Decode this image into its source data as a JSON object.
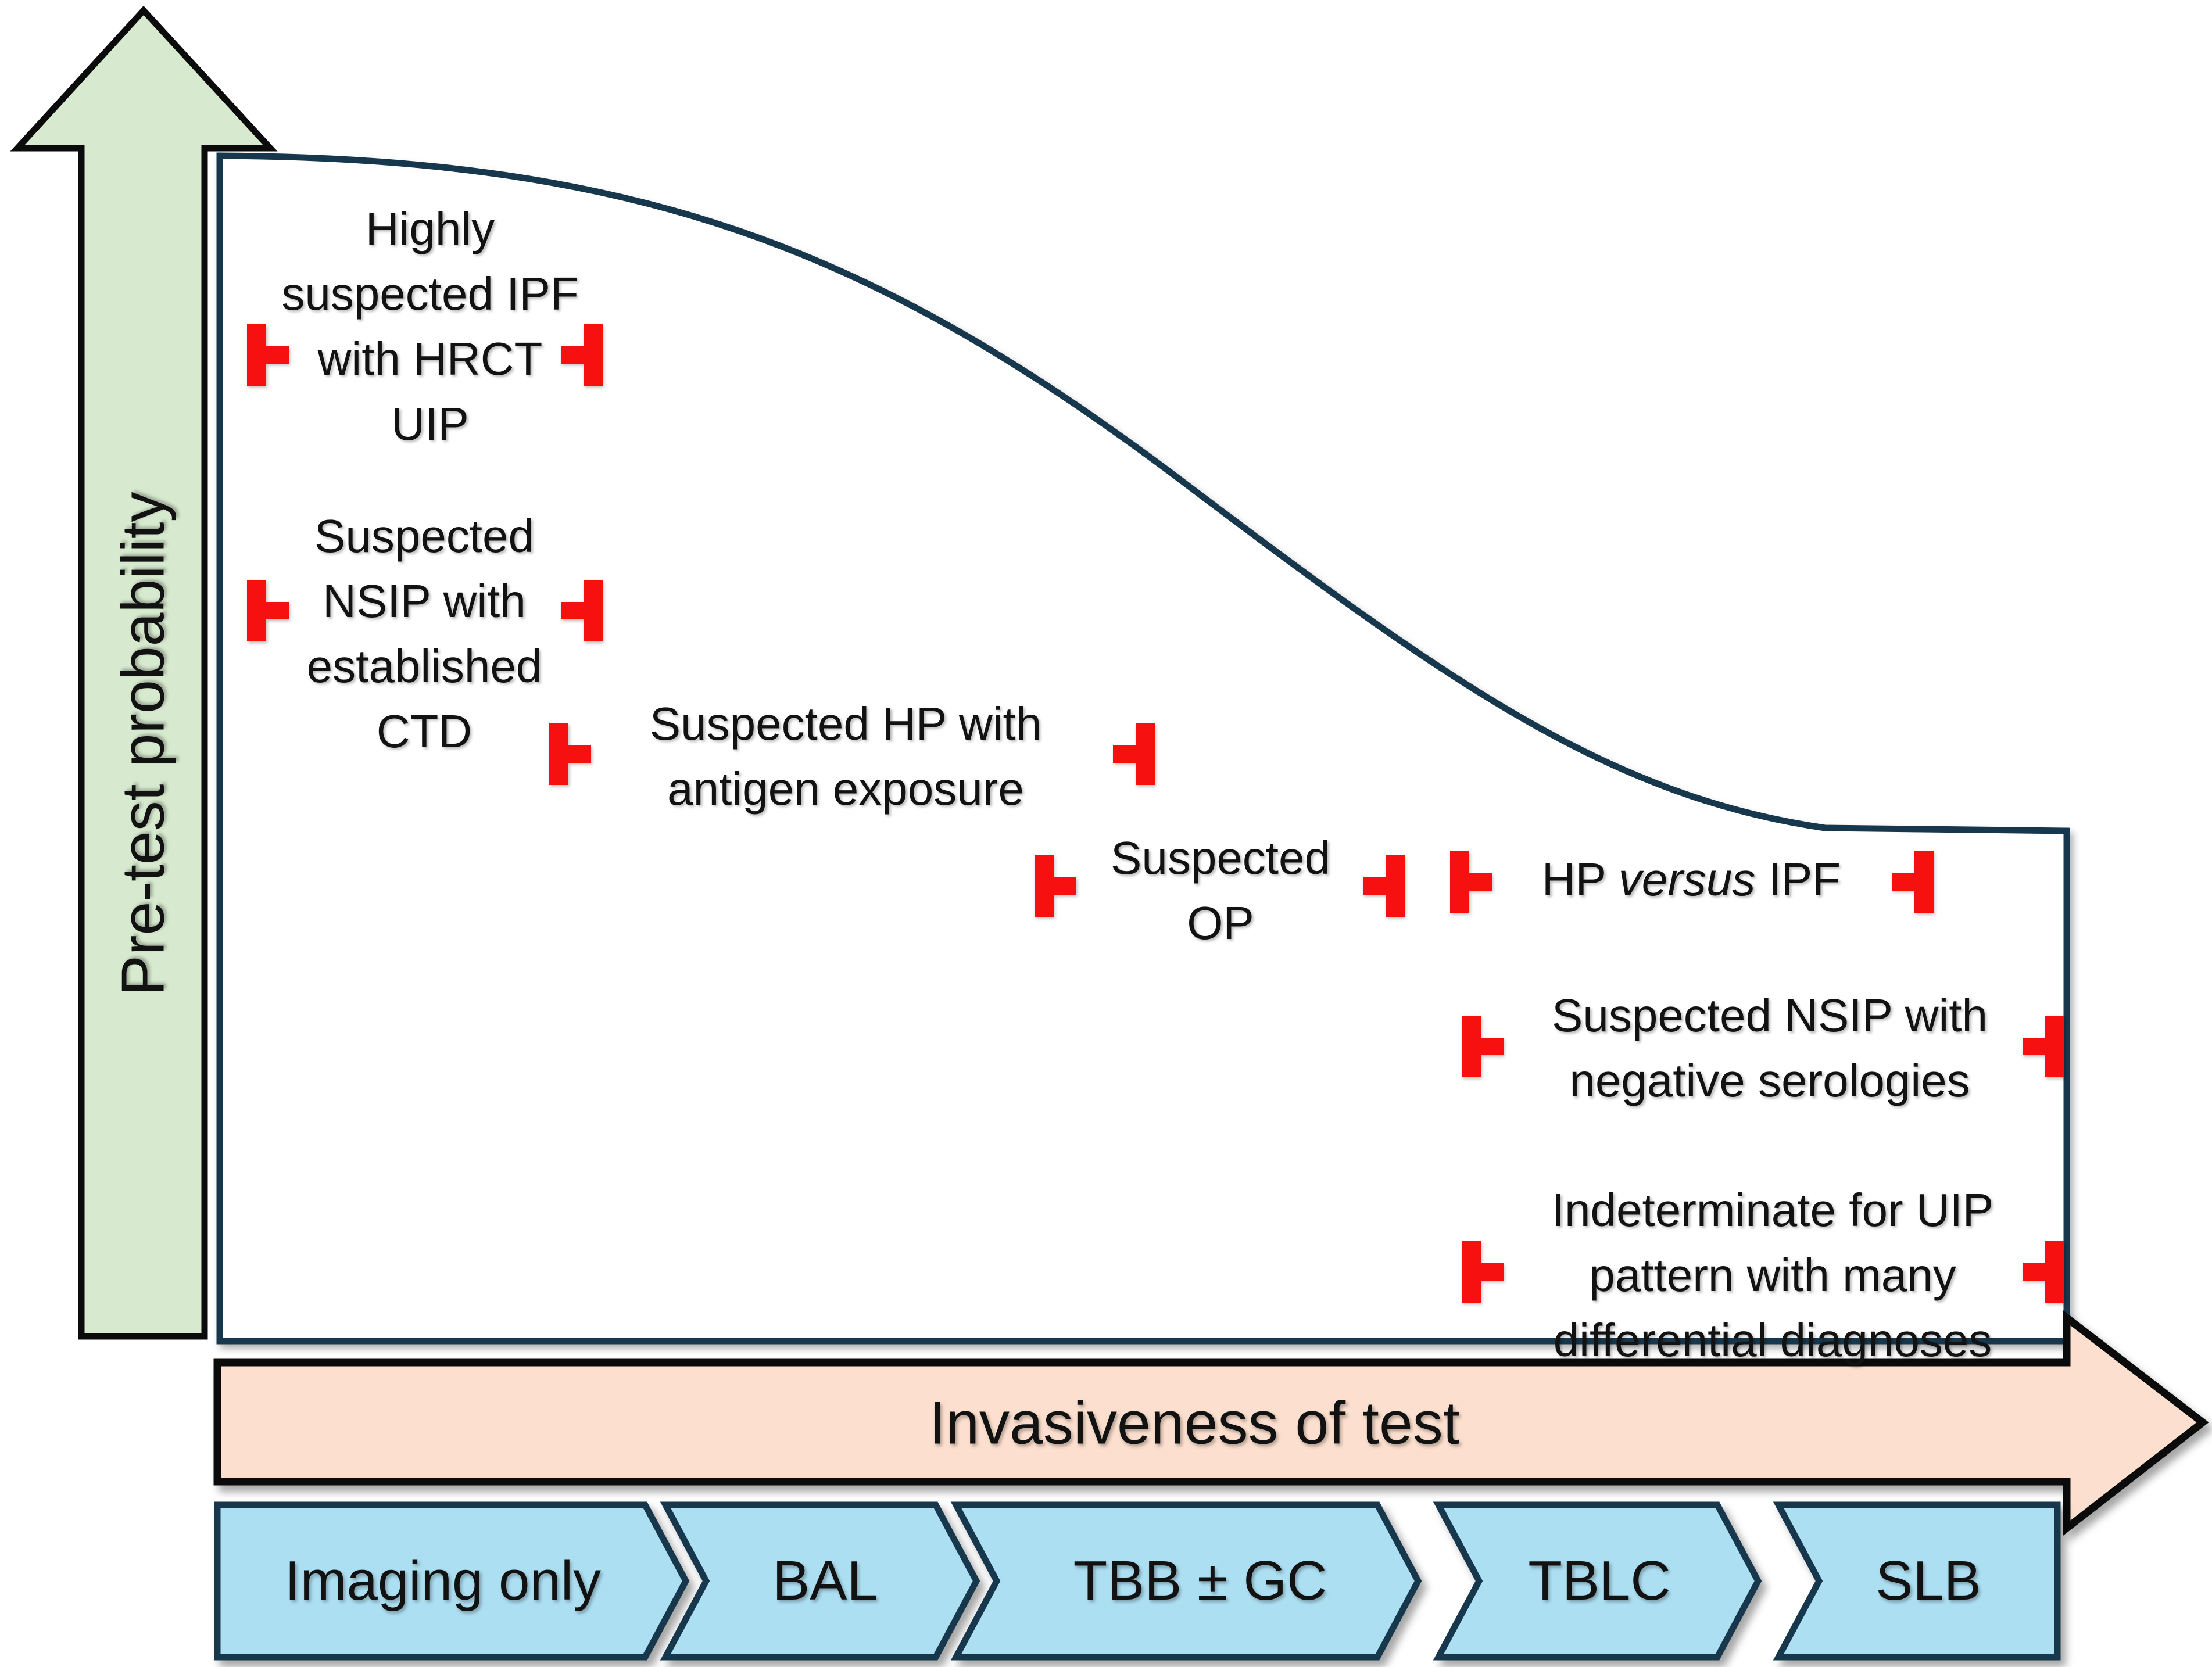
{
  "figure": {
    "y_axis_label": "Pre-test probability",
    "x_axis_label": "Invasiveness of test",
    "invasiveness_levels": [
      "Imaging only",
      "BAL",
      "TBB ± GC",
      "TBLC",
      "SLB"
    ],
    "scenarios": [
      {
        "lines": [
          "Highly",
          "suspected IPF",
          "with HRCT",
          "UIP"
        ]
      },
      {
        "lines": [
          "Suspected",
          "NSIP with",
          "established",
          "CTD"
        ]
      },
      {
        "lines": [
          "Suspected HP with",
          "antigen exposure"
        ]
      },
      {
        "lines": [
          "Suspected",
          "OP"
        ]
      },
      {
        "pre": "HP ",
        "italic": "versus",
        "post": " IPF"
      },
      {
        "lines": [
          "Suspected NSIP with",
          "negative serologies"
        ]
      },
      {
        "lines": [
          "Indeterminate for UIP",
          "pattern with many",
          "differential diagnoses"
        ]
      }
    ],
    "colors": {
      "pretest_arrow_fill": "#d7eacf",
      "invasiveness_arrow_fill": "#fcdfce",
      "chevron_fill": "#addff2",
      "outline_navy": "#17374d",
      "outline_black": "#0b0b0b",
      "range_marker_red": "#f6100f"
    }
  }
}
